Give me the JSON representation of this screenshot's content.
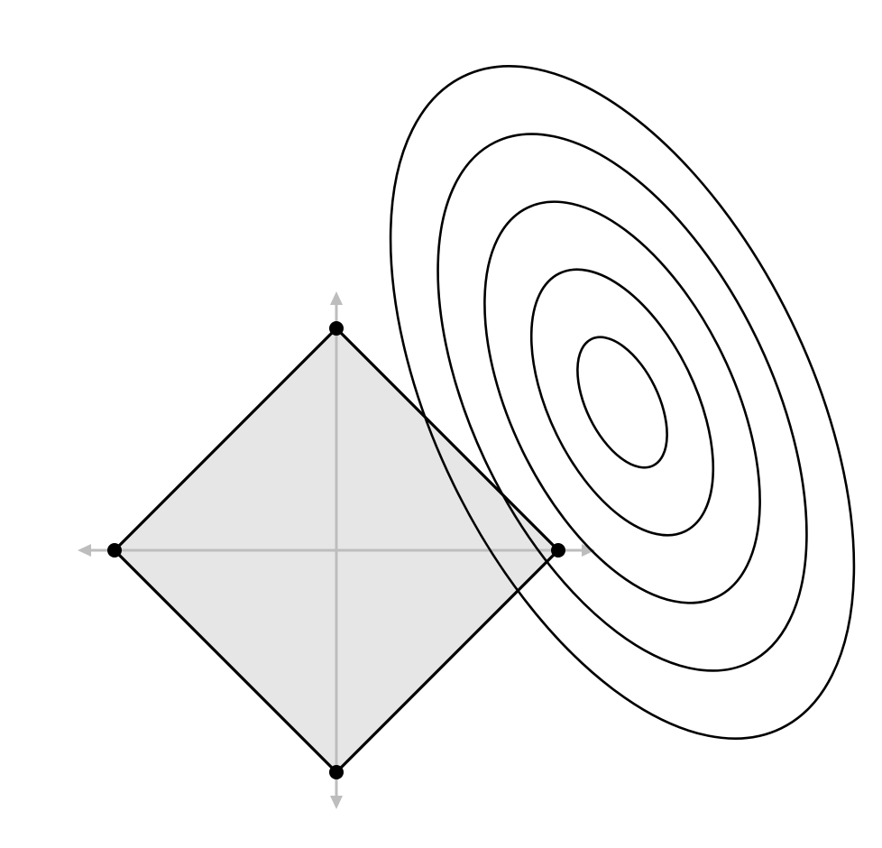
{
  "colors": {
    "background": "#ffffff",
    "axis": "#bdbdbd",
    "region_fill": "#e6e6e6",
    "stroke": "#000000",
    "vertex": "#000000"
  },
  "diagram": {
    "axes": {
      "arrowheads": [
        "left",
        "right",
        "up",
        "down"
      ]
    },
    "region": {
      "shape": "diamond",
      "vertices": [
        {
          "id": "top"
        },
        {
          "id": "right"
        },
        {
          "id": "bottom"
        },
        {
          "id": "left"
        }
      ]
    },
    "contours": {
      "count": 5,
      "shape": "rotated-ellipse"
    }
  }
}
